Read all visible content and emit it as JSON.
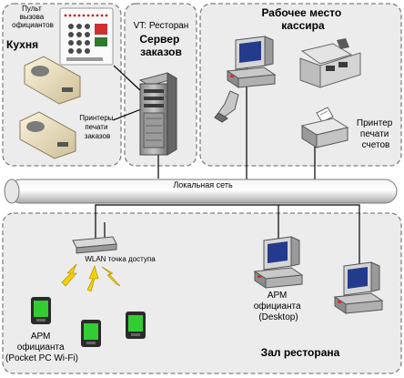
{
  "zones": {
    "kitchen": "Кухня",
    "server": "Сервер заказов",
    "cashier": "Рабочее место кассира",
    "hall": "Зал ресторана"
  },
  "labels": {
    "pager_panel": "Пульт вызова официантов",
    "vt_app": "VT: Ресторан",
    "order_printers": "Принтеры печати заказов",
    "check_printer": "Принтер печати счетов",
    "lan": "Локальная сеть",
    "wlan": "WLAN точка доступа",
    "apm_desktop": "АРМ официанта (Desktop)",
    "apm_pocket": "АРМ официанта (Pocket PC Wi-Fi)"
  },
  "colors": {
    "zone_fill": "#ececec",
    "zone_border": "#808080",
    "monitor_body": "#d6d6d6",
    "screen": "#243a8c",
    "pda_screen": "#33cc33",
    "wireless": "#f5d000",
    "cable": "#000000"
  }
}
